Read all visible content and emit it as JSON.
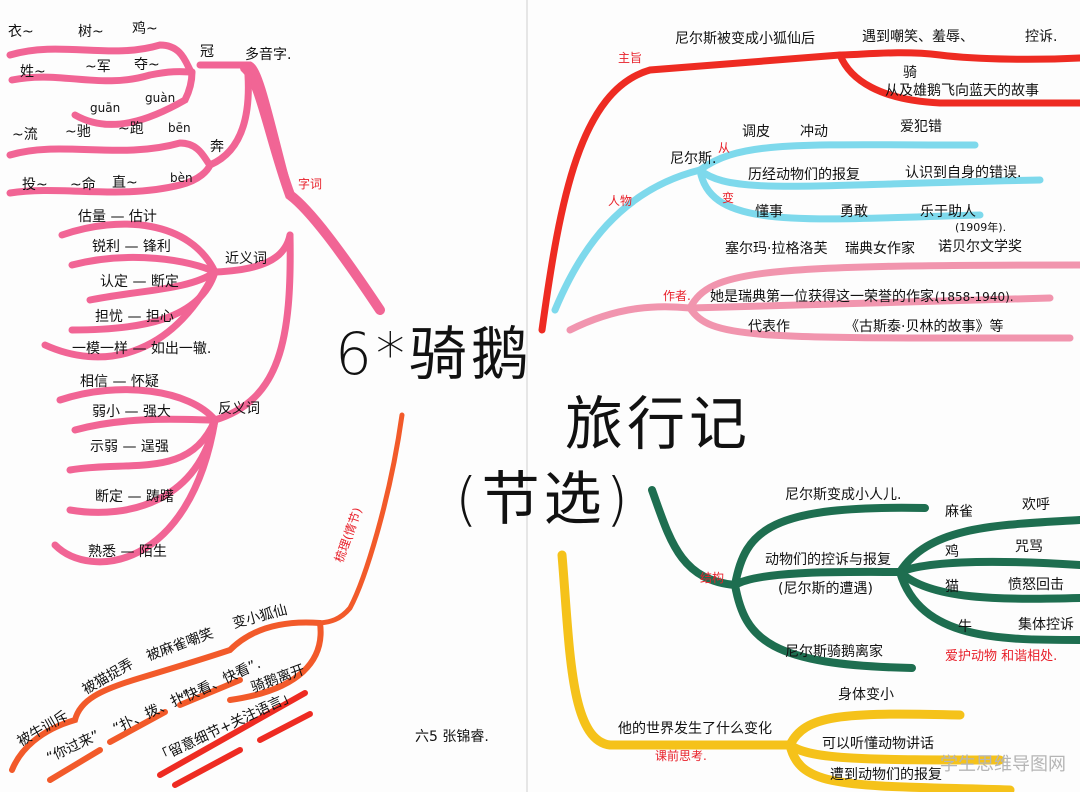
{
  "title": {
    "line1": "6*骑鹅",
    "line2": "旅行记",
    "line3": "(节选)"
  },
  "colors": {
    "words": "#f0558a",
    "plot": "#f25a2a",
    "theme": "#ee2b22",
    "character": "#7ed9ec",
    "author": "#f08aa6",
    "structure": "#1e6e50",
    "preview": "#f5c21a"
  },
  "words": {
    "label": "字词",
    "polyphone": {
      "label": "多音字.",
      "char1": "冠",
      "row1": [
        "衣~",
        "树~",
        "鸡~"
      ],
      "row2": [
        "姓~",
        "~军",
        "夺~"
      ],
      "pinyin1": "guān",
      "pinyin2": "guàn",
      "char2": "奔",
      "row3": [
        "~流",
        "~驰",
        "~跑"
      ],
      "pinyin3": "bēn",
      "row4": [
        "投~",
        "~命",
        "直~"
      ],
      "pinyin4": "bèn"
    },
    "synonyms": {
      "label": "近义词",
      "items": [
        "估量 — 估计",
        "锐利 — 锋利",
        "认定 — 断定",
        "担忧 — 担心",
        "一模一样 — 如出一辙."
      ]
    },
    "antonyms": {
      "label": "反义词",
      "items": [
        "相信 — 怀疑",
        "弱小 — 强大",
        "示弱 — 逞强",
        "断定 — 踌躇",
        "熟悉 — 陌生"
      ]
    }
  },
  "plot": {
    "label": "梳理(情节)",
    "events": [
      "被牛训斥",
      "被猫捉弄",
      "被麻雀嘲笑",
      "变小狐仙",
      "骑鹅离开"
    ],
    "quotes": [
      "“你过来”",
      "“扑、拨、扑”",
      "“快看、快看”."
    ],
    "tip": "「留意细节+关注语言」"
  },
  "signature": "六5 张锦睿.",
  "theme": {
    "label": "主旨",
    "text1": "尼尔斯被变成小狐仙后",
    "text2": "遇到嘲笑、羞辱、",
    "text3": "控诉.",
    "ride": "骑",
    "text4": "从及雄鹅飞向蓝天的故事"
  },
  "character": {
    "label": "人物",
    "name": "尼尔斯.",
    "from_label": "从",
    "from": [
      "调皮",
      "冲动",
      "爱犯错"
    ],
    "middle": [
      "历经动物们的报复",
      "认识到自身的错误."
    ],
    "to_label": "变",
    "to": [
      "懂事",
      "勇敢",
      "乐于助人"
    ]
  },
  "author": {
    "label": "作者.",
    "year": "(1909年).",
    "line1": [
      "塞尔玛·拉格洛芙",
      "瑞典女作家",
      "诺贝尔文学奖"
    ],
    "line2": "她是瑞典第一位获得这一荣誉的作家.",
    "dates": "(1858-1940).",
    "works_label": "代表作",
    "works": "《古斯泰·贝林的故事》等"
  },
  "structure": {
    "label": "结构",
    "part1": "尼尔斯变成小人儿.",
    "part2": "动物们的控诉与报复",
    "part2_sub": "(尼尔斯的遭遇)",
    "part3": "尼尔斯骑鹅离家",
    "animals": [
      {
        "animal": "麻雀",
        "action": "欢呼"
      },
      {
        "animal": "鸡",
        "action": "咒骂"
      },
      {
        "animal": "猫",
        "action": "愤怒回击"
      },
      {
        "animal": "牛",
        "action": "集体控诉"
      }
    ],
    "moral": "爱护动物 和谐相处."
  },
  "preview": {
    "label": "课前思考.",
    "question": "他的世界发生了什么变化",
    "answers": [
      "身体变小",
      "可以听懂动物讲话",
      "遭到动物们的报复"
    ]
  },
  "watermark": "学生思维导图网"
}
